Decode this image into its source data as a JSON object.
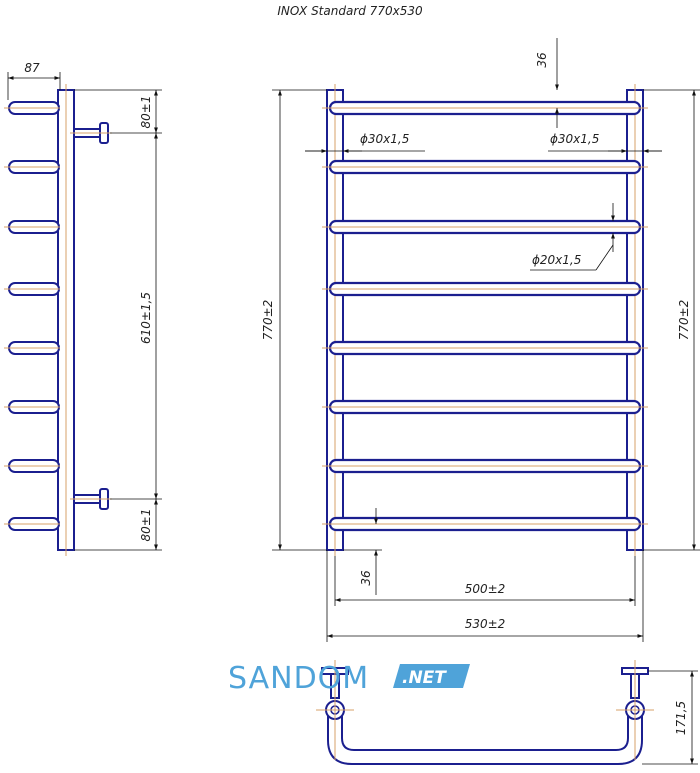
{
  "title": "INOX Standard 770x530",
  "dims": {
    "side_depth": "87",
    "side_top_offset": "80±1",
    "side_axis": "610±1,5",
    "side_bottom_offset": "80±1",
    "front_height_left": "770±2",
    "front_height_right": "770±2",
    "top_offset": "36",
    "bottom_offset": "36",
    "pipe_left": "ϕ30x1,5",
    "pipe_right": "ϕ30x1,5",
    "rung_pipe": "ϕ20x1,5",
    "inner_width": "500±2",
    "outer_width": "530±2",
    "bottom_depth": "171,5"
  },
  "logo": {
    "name": "SANDOM",
    "suffix": ".NET",
    "accent": "#4fa3d9"
  },
  "colors": {
    "tube": "#1b1f8f",
    "centerline": "#d7a06a"
  }
}
